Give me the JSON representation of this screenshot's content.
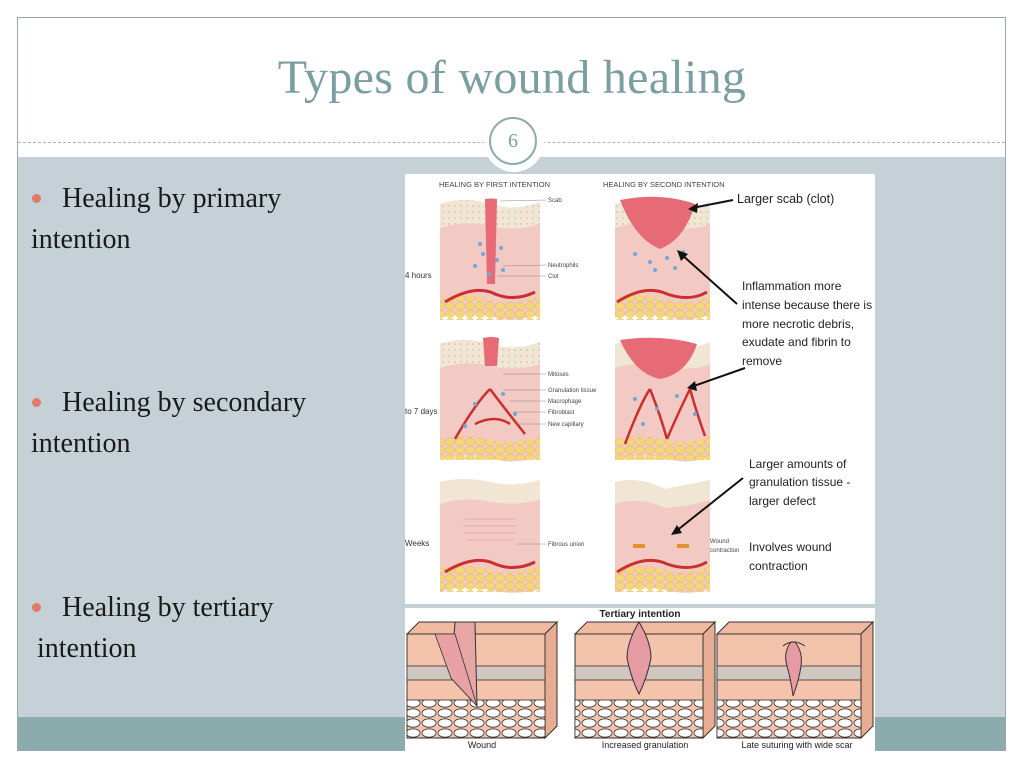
{
  "slide": {
    "title": "Types of wound healing",
    "page_number": "6"
  },
  "bullets": [
    {
      "line1": "Healing by primary",
      "line2": "intention"
    },
    {
      "line1": "Healing by secondary",
      "line2": "intention"
    },
    {
      "line1": "Healing by tertiary",
      "line2": "intention"
    }
  ],
  "figure1": {
    "heading_first": "HEALING BY FIRST INTENTION",
    "heading_second": "HEALING BY SECOND INTENTION",
    "time_labels": [
      "4 hours",
      "to 7 days",
      "Weeks"
    ],
    "small_labels": [
      "Scab",
      "Neutrophils",
      "Clot",
      "Mitoses",
      "Granulation tissue",
      "Macrophage",
      "Fibroblast",
      "New capillary",
      "Fibrous union",
      "Wound",
      "contraction"
    ],
    "callouts": {
      "scab": "Larger scab (clot)",
      "inflammation": [
        "Inflammation more",
        "intense because there is",
        "more necrotic debris,",
        "exudate and fibrin to",
        "remove"
      ],
      "granulation": [
        "Larger amounts of",
        "granulation tissue -",
        "larger defect"
      ],
      "contraction": [
        "Involves wound",
        "contraction"
      ]
    }
  },
  "figure2": {
    "heading": "Tertiary intention",
    "captions": [
      "Wound",
      "Increased granulation",
      "Late suturing with wide scar"
    ]
  }
}
